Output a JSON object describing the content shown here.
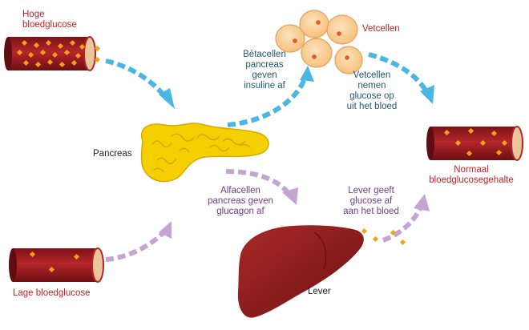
{
  "labels": {
    "high_glucose": [
      "Hoge",
      "bloedglucose"
    ],
    "fat_cells": "Vetcellen",
    "beta_cells": [
      "Bètacellen",
      "pancreas",
      "geven",
      "insuline af"
    ],
    "fat_cells_take": [
      "Vetcellen",
      "nemen",
      "glucose op",
      "uit het bloed"
    ],
    "pancreas": "Pancreas",
    "normal_glucose": [
      "Normaal",
      "bloedglucosegehalte"
    ],
    "alpha_cells": [
      "Alfacellen",
      "pancreas geven",
      "glucagon af"
    ],
    "liver_release": [
      "Lever geeft",
      "glucose af",
      "aan het bloed"
    ],
    "low_glucose": "Lage bloedglucose",
    "liver": "Lever"
  },
  "colors": {
    "vessel_red": "#9b1b1f",
    "glucose_orange": "#f2a21a",
    "insulin_arrow": "#4ab6e4",
    "glucagon_arrow": "#c5a3d2",
    "pancreas_yellow": "#f5d000",
    "fat_cell": "#fbd5a0",
    "liver": "#8f1d1d"
  }
}
